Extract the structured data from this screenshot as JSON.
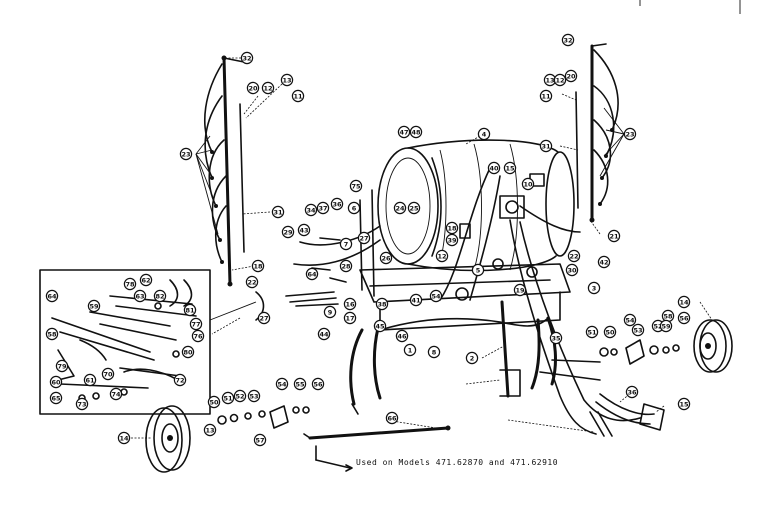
{
  "diagram": {
    "footnote": "Used on Models 471.62870 and 471.62910",
    "callouts": [
      {
        "id": "c-boom-l-top",
        "label": "32"
      },
      {
        "id": "c-boom-l-20",
        "label": "20"
      },
      {
        "id": "c-boom-l-12",
        "label": "12"
      },
      {
        "id": "c-boom-l-13",
        "label": "13"
      },
      {
        "id": "c-boom-l-11",
        "label": "11"
      },
      {
        "id": "c-boom-l-23",
        "label": "23"
      },
      {
        "id": "c-boom-l-31",
        "label": "31"
      },
      {
        "id": "c-boom-l-18",
        "label": "18"
      },
      {
        "id": "c-boom-l-22",
        "label": "22"
      },
      {
        "id": "c-boom-r-top",
        "label": "32"
      },
      {
        "id": "c-boom-r-13",
        "label": "13"
      },
      {
        "id": "c-boom-r-12",
        "label": "12"
      },
      {
        "id": "c-boom-r-20",
        "label": "20"
      },
      {
        "id": "c-boom-r-11",
        "label": "11"
      },
      {
        "id": "c-boom-r-23",
        "label": "23"
      },
      {
        "id": "c-boom-r-31",
        "label": "31"
      },
      {
        "id": "c-tank-47",
        "label": "47"
      },
      {
        "id": "c-tank-48",
        "label": "48"
      },
      {
        "id": "c-tank-4",
        "label": "4"
      },
      {
        "id": "c-tank-40",
        "label": "40"
      },
      {
        "id": "c-tank-15",
        "label": "15"
      },
      {
        "id": "c-tank-10",
        "label": "10"
      },
      {
        "id": "c-tank-24",
        "label": "24"
      },
      {
        "id": "c-tank-25",
        "label": "25"
      },
      {
        "id": "c-frame-75",
        "label": "75"
      },
      {
        "id": "c-frame-6",
        "label": "6"
      },
      {
        "id": "c-frame-36",
        "label": "36"
      },
      {
        "id": "c-frame-37",
        "label": "37"
      },
      {
        "id": "c-frame-34",
        "label": "34"
      },
      {
        "id": "c-frame-29",
        "label": "29"
      },
      {
        "id": "c-frame-7",
        "label": "7"
      },
      {
        "id": "c-frame-43",
        "label": "43"
      },
      {
        "id": "c-frame-18",
        "label": "18"
      },
      {
        "id": "c-frame-39",
        "label": "39"
      },
      {
        "id": "c-frame-12",
        "label": "12"
      },
      {
        "id": "c-frame-26",
        "label": "26"
      },
      {
        "id": "c-frame-28",
        "label": "28"
      },
      {
        "id": "c-frame-5",
        "label": "5"
      },
      {
        "id": "c-frame-19",
        "label": "19"
      },
      {
        "id": "c-frame-3",
        "label": "3"
      },
      {
        "id": "c-frame-21",
        "label": "21"
      },
      {
        "id": "c-frame-22",
        "label": "22"
      },
      {
        "id": "c-frame-42",
        "label": "42"
      },
      {
        "id": "c-frame-9",
        "label": "9"
      },
      {
        "id": "c-frame-44",
        "label": "44"
      },
      {
        "id": "c-frame-17",
        "label": "17"
      },
      {
        "id": "c-frame-16",
        "label": "16"
      },
      {
        "id": "c-frame-38",
        "label": "38"
      },
      {
        "id": "c-frame-2",
        "label": "2"
      },
      {
        "id": "c-frame-1",
        "label": "1"
      },
      {
        "id": "c-frame-8",
        "label": "8"
      },
      {
        "id": "c-frame-41",
        "label": "41"
      },
      {
        "id": "c-frame-45",
        "label": "45"
      },
      {
        "id": "c-frame-46",
        "label": "46"
      },
      {
        "id": "c-frame-64",
        "label": "64"
      },
      {
        "id": "c-frame-27",
        "label": "27"
      },
      {
        "id": "c-frame-30",
        "label": "30"
      },
      {
        "id": "c-frame-35",
        "label": "35"
      },
      {
        "id": "c-frame-54",
        "label": "54"
      },
      {
        "id": "c-wheel-r-14",
        "label": "14"
      },
      {
        "id": "c-wheel-r-58",
        "label": "58"
      },
      {
        "id": "c-wheel-r-50",
        "label": "50"
      },
      {
        "id": "c-wheel-r-51",
        "label": "51"
      },
      {
        "id": "c-wheel-r-52",
        "label": "52"
      },
      {
        "id": "c-wheel-r-53",
        "label": "53"
      },
      {
        "id": "c-wheel-r-59",
        "label": "59"
      },
      {
        "id": "c-wheel-r-56",
        "label": "56"
      },
      {
        "id": "c-wheel-r-54",
        "label": "54"
      },
      {
        "id": "c-hitch-15",
        "label": "15"
      },
      {
        "id": "c-hitch-36",
        "label": "36"
      },
      {
        "id": "c-axle-66",
        "label": "66"
      },
      {
        "id": "c-wheel-l-14",
        "label": "14"
      },
      {
        "id": "c-wheel-l-13",
        "label": "13"
      },
      {
        "id": "c-wheel-l-50",
        "label": "50"
      },
      {
        "id": "c-wheel-l-51",
        "label": "51"
      },
      {
        "id": "c-wheel-l-52",
        "label": "52"
      },
      {
        "id": "c-wheel-l-53",
        "label": "53"
      },
      {
        "id": "c-wheel-l-54",
        "label": "54"
      },
      {
        "id": "c-wheel-l-55",
        "label": "55"
      },
      {
        "id": "c-wheel-l-56",
        "label": "56"
      },
      {
        "id": "c-wheel-l-57",
        "label": "57"
      },
      {
        "id": "c-inset-27",
        "label": "27"
      },
      {
        "id": "c-inset-64",
        "label": "64"
      },
      {
        "id": "c-inset-59",
        "label": "59"
      },
      {
        "id": "c-inset-62",
        "label": "62"
      },
      {
        "id": "c-inset-63",
        "label": "63"
      },
      {
        "id": "c-inset-78",
        "label": "78"
      },
      {
        "id": "c-inset-82",
        "label": "82"
      },
      {
        "id": "c-inset-81",
        "label": "81"
      },
      {
        "id": "c-inset-77",
        "label": "77"
      },
      {
        "id": "c-inset-76",
        "label": "76"
      },
      {
        "id": "c-inset-80",
        "label": "80"
      },
      {
        "id": "c-inset-58",
        "label": "58"
      },
      {
        "id": "c-inset-79",
        "label": "79"
      },
      {
        "id": "c-inset-70",
        "label": "70"
      },
      {
        "id": "c-inset-72",
        "label": "72"
      },
      {
        "id": "c-inset-61",
        "label": "61"
      },
      {
        "id": "c-inset-60",
        "label": "60"
      },
      {
        "id": "c-inset-65",
        "label": "65"
      },
      {
        "id": "c-inset-73",
        "label": "73"
      },
      {
        "id": "c-inset-74",
        "label": "74"
      }
    ]
  }
}
